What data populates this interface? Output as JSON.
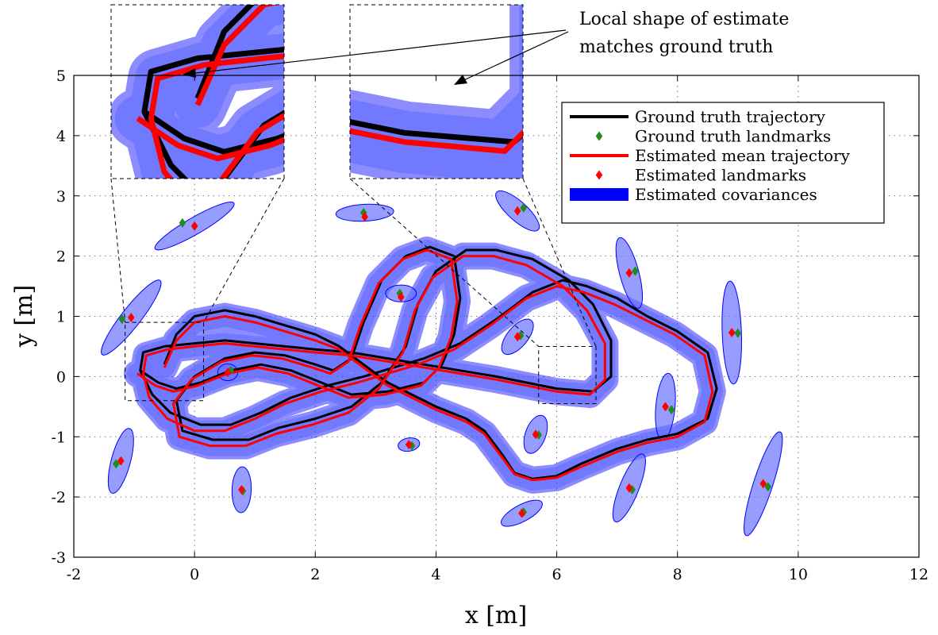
{
  "chart_data": {
    "type": "scatter",
    "title": "",
    "xlabel": "x [m]",
    "ylabel": "y [m]",
    "xlim": [
      -2,
      12
    ],
    "ylim": [
      -3,
      5
    ],
    "xticks": [
      -2,
      0,
      2,
      4,
      6,
      8,
      10,
      12
    ],
    "yticks": [
      -3,
      -2,
      -1,
      0,
      1,
      2,
      3,
      4,
      5
    ],
    "grid": true,
    "legend_position": "top-right",
    "legend": [
      {
        "label": "Ground truth trajectory",
        "kind": "line",
        "color": "#000000"
      },
      {
        "label": "Ground truth landmarks",
        "kind": "marker",
        "color": "#1e8c1e"
      },
      {
        "label": "Estimated mean trajectory",
        "kind": "line",
        "color": "#ff0000"
      },
      {
        "label": "Estimated landmarks",
        "kind": "marker",
        "color": "#ff0000"
      },
      {
        "label": "Estimated covariances",
        "kind": "patch",
        "color": "#0000ff"
      }
    ],
    "annotation": {
      "lines": [
        "Local shape of estimate",
        "matches ground truth"
      ]
    },
    "series": [
      {
        "name": "Ground truth trajectory",
        "color": "#000000",
        "points": [
          [
            -0.5,
            0.2
          ],
          [
            -0.3,
            0.7
          ],
          [
            0.0,
            1.0
          ],
          [
            0.5,
            1.1
          ],
          [
            1.0,
            1.0
          ],
          [
            1.5,
            0.85
          ],
          [
            2.0,
            0.7
          ],
          [
            2.4,
            0.5
          ],
          [
            2.8,
            0.2
          ],
          [
            3.2,
            -0.1
          ],
          [
            3.6,
            -0.3
          ],
          [
            4.0,
            -0.5
          ],
          [
            4.5,
            -0.7
          ],
          [
            4.8,
            -0.9
          ],
          [
            5.1,
            -1.3
          ],
          [
            5.3,
            -1.6
          ],
          [
            5.6,
            -1.7
          ],
          [
            6.0,
            -1.65
          ],
          [
            6.4,
            -1.45
          ],
          [
            7.0,
            -1.2
          ],
          [
            7.5,
            -1.05
          ],
          [
            8.0,
            -0.95
          ],
          [
            8.5,
            -0.7
          ],
          [
            8.65,
            -0.2
          ],
          [
            8.5,
            0.4
          ],
          [
            8.0,
            0.75
          ],
          [
            7.5,
            1.0
          ],
          [
            7.0,
            1.3
          ],
          [
            6.5,
            1.5
          ],
          [
            6.1,
            1.6
          ],
          [
            5.6,
            1.4
          ],
          [
            5.0,
            0.95
          ],
          [
            4.4,
            0.55
          ],
          [
            3.8,
            0.3
          ],
          [
            3.3,
            0.15
          ],
          [
            2.8,
            0.0
          ],
          [
            2.2,
            -0.15
          ],
          [
            1.6,
            -0.35
          ],
          [
            1.1,
            -0.6
          ],
          [
            0.6,
            -0.8
          ],
          [
            0.1,
            -0.8
          ],
          [
            -0.4,
            -0.6
          ],
          [
            -0.7,
            -0.3
          ],
          [
            -0.9,
            0.1
          ],
          [
            -0.85,
            0.4
          ],
          [
            -0.5,
            0.5
          ],
          [
            0.0,
            0.55
          ],
          [
            0.5,
            0.6
          ],
          [
            1.0,
            0.55
          ],
          [
            1.5,
            0.5
          ],
          [
            2.0,
            0.45
          ],
          [
            2.6,
            0.4
          ],
          [
            3.2,
            0.3
          ],
          [
            3.8,
            0.2
          ],
          [
            4.4,
            0.1
          ],
          [
            5.0,
            0.0
          ],
          [
            5.5,
            -0.1
          ],
          [
            6.0,
            -0.2
          ],
          [
            6.6,
            -0.25
          ],
          [
            6.9,
            0.0
          ],
          [
            6.9,
            0.6
          ],
          [
            6.6,
            1.2
          ],
          [
            6.2,
            1.6
          ],
          [
            5.6,
            1.95
          ],
          [
            5.0,
            2.1
          ],
          [
            4.5,
            2.1
          ],
          [
            4.0,
            1.75
          ],
          [
            3.7,
            1.2
          ],
          [
            3.5,
            0.5
          ],
          [
            3.1,
            -0.1
          ],
          [
            2.6,
            -0.5
          ],
          [
            2.0,
            -0.7
          ],
          [
            1.4,
            -0.85
          ],
          [
            0.9,
            -1.05
          ],
          [
            0.3,
            -1.05
          ],
          [
            -0.2,
            -0.9
          ],
          [
            -0.3,
            -0.4
          ],
          [
            0.0,
            0.0
          ],
          [
            0.5,
            0.3
          ],
          [
            1.0,
            0.4
          ],
          [
            1.5,
            0.35
          ],
          [
            2.0,
            0.2
          ],
          [
            2.3,
            0.1
          ],
          [
            2.6,
            0.3
          ],
          [
            2.8,
            0.9
          ],
          [
            3.1,
            1.6
          ],
          [
            3.5,
            2.0
          ],
          [
            3.9,
            2.15
          ],
          [
            4.3,
            2.0
          ],
          [
            4.4,
            1.3
          ],
          [
            4.3,
            0.7
          ],
          [
            4.1,
            0.2
          ],
          [
            3.8,
            -0.1
          ],
          [
            3.2,
            -0.25
          ],
          [
            2.6,
            -0.3
          ],
          [
            2.1,
            -0.1
          ],
          [
            1.6,
            0.1
          ],
          [
            1.1,
            0.2
          ],
          [
            0.6,
            0.1
          ],
          [
            0.1,
            -0.1
          ],
          [
            -0.3,
            -0.2
          ],
          [
            -0.6,
            -0.1
          ],
          [
            -0.9,
            0.1
          ]
        ]
      },
      {
        "name": "Estimated mean trajectory",
        "color": "#ff0000",
        "points": [
          [
            -0.5,
            0.15
          ],
          [
            -0.3,
            0.6
          ],
          [
            0.0,
            0.9
          ],
          [
            0.5,
            1.0
          ],
          [
            1.0,
            0.9
          ],
          [
            1.5,
            0.75
          ],
          [
            2.0,
            0.6
          ],
          [
            2.4,
            0.45
          ],
          [
            2.8,
            0.15
          ],
          [
            3.2,
            -0.15
          ],
          [
            3.6,
            -0.35
          ],
          [
            4.0,
            -0.55
          ],
          [
            4.5,
            -0.75
          ],
          [
            4.8,
            -0.95
          ],
          [
            5.1,
            -1.35
          ],
          [
            5.3,
            -1.62
          ],
          [
            5.6,
            -1.72
          ],
          [
            6.0,
            -1.68
          ],
          [
            6.4,
            -1.5
          ],
          [
            7.0,
            -1.25
          ],
          [
            7.5,
            -1.1
          ],
          [
            8.0,
            -1.0
          ],
          [
            8.45,
            -0.75
          ],
          [
            8.58,
            -0.25
          ],
          [
            8.45,
            0.35
          ],
          [
            7.95,
            0.7
          ],
          [
            7.45,
            0.95
          ],
          [
            6.95,
            1.2
          ],
          [
            6.45,
            1.4
          ],
          [
            6.0,
            1.5
          ],
          [
            5.5,
            1.3
          ],
          [
            4.9,
            0.85
          ],
          [
            4.3,
            0.45
          ],
          [
            3.7,
            0.2
          ],
          [
            3.2,
            0.05
          ],
          [
            2.7,
            -0.1
          ],
          [
            2.1,
            -0.25
          ],
          [
            1.5,
            -0.45
          ],
          [
            1.0,
            -0.7
          ],
          [
            0.5,
            -0.9
          ],
          [
            0.0,
            -0.9
          ],
          [
            -0.45,
            -0.7
          ],
          [
            -0.75,
            -0.35
          ],
          [
            -0.85,
            0.05
          ],
          [
            -0.8,
            0.35
          ],
          [
            -0.45,
            0.45
          ],
          [
            0.0,
            0.5
          ],
          [
            0.5,
            0.55
          ],
          [
            1.0,
            0.5
          ],
          [
            1.5,
            0.45
          ],
          [
            2.0,
            0.4
          ],
          [
            2.6,
            0.35
          ],
          [
            3.2,
            0.25
          ],
          [
            3.8,
            0.15
          ],
          [
            4.4,
            0.05
          ],
          [
            5.0,
            -0.05
          ],
          [
            5.5,
            -0.15
          ],
          [
            6.0,
            -0.25
          ],
          [
            6.55,
            -0.3
          ],
          [
            6.8,
            -0.05
          ],
          [
            6.8,
            0.55
          ],
          [
            6.5,
            1.1
          ],
          [
            6.1,
            1.5
          ],
          [
            5.5,
            1.85
          ],
          [
            4.95,
            2.0
          ],
          [
            4.45,
            2.0
          ],
          [
            3.95,
            1.65
          ],
          [
            3.65,
            1.1
          ],
          [
            3.45,
            0.4
          ],
          [
            3.05,
            -0.2
          ],
          [
            2.55,
            -0.6
          ],
          [
            1.95,
            -0.8
          ],
          [
            1.35,
            -0.95
          ],
          [
            0.85,
            -1.15
          ],
          [
            0.25,
            -1.15
          ],
          [
            -0.25,
            -1.0
          ],
          [
            -0.35,
            -0.45
          ],
          [
            -0.05,
            -0.05
          ],
          [
            0.45,
            0.25
          ],
          [
            0.95,
            0.35
          ],
          [
            1.45,
            0.3
          ],
          [
            1.95,
            0.15
          ],
          [
            2.25,
            0.05
          ],
          [
            2.55,
            0.25
          ],
          [
            2.75,
            0.85
          ],
          [
            3.05,
            1.55
          ],
          [
            3.45,
            1.95
          ],
          [
            3.85,
            2.1
          ],
          [
            4.25,
            1.95
          ],
          [
            4.35,
            1.25
          ],
          [
            4.25,
            0.65
          ],
          [
            4.05,
            0.15
          ],
          [
            3.75,
            -0.15
          ],
          [
            3.15,
            -0.3
          ],
          [
            2.55,
            -0.35
          ],
          [
            2.05,
            -0.15
          ],
          [
            1.55,
            0.05
          ],
          [
            1.05,
            0.15
          ],
          [
            0.55,
            0.05
          ],
          [
            0.05,
            -0.15
          ],
          [
            -0.35,
            -0.25
          ],
          [
            -0.65,
            -0.15
          ],
          [
            -0.95,
            0.05
          ]
        ]
      }
    ],
    "landmarks_ground_truth": [
      [
        -0.2,
        2.55
      ],
      [
        -1.2,
        0.95
      ],
      [
        0.6,
        0.1
      ],
      [
        -1.3,
        -1.45
      ],
      [
        0.8,
        -1.9
      ],
      [
        2.8,
        2.72
      ],
      [
        3.4,
        1.38
      ],
      [
        3.6,
        -1.15
      ],
      [
        5.4,
        0.68
      ],
      [
        5.45,
        2.8
      ],
      [
        5.7,
        -0.97
      ],
      [
        5.45,
        -2.25
      ],
      [
        7.3,
        1.75
      ],
      [
        7.25,
        -1.88
      ],
      [
        7.9,
        -0.55
      ],
      [
        9.0,
        0.72
      ],
      [
        9.5,
        -1.83
      ]
    ],
    "landmarks_estimated": [
      [
        0.0,
        2.5
      ],
      [
        -1.05,
        0.98
      ],
      [
        0.55,
        0.07
      ],
      [
        -1.22,
        -1.4
      ],
      [
        0.78,
        -1.88
      ],
      [
        2.82,
        2.65
      ],
      [
        3.42,
        1.32
      ],
      [
        3.55,
        -1.13
      ],
      [
        5.35,
        0.66
      ],
      [
        5.35,
        2.75
      ],
      [
        5.65,
        -0.96
      ],
      [
        5.42,
        -2.27
      ],
      [
        7.2,
        1.72
      ],
      [
        7.2,
        -1.85
      ],
      [
        7.8,
        -0.5
      ],
      [
        8.9,
        0.73
      ],
      [
        9.42,
        -1.78
      ]
    ],
    "landmark_covariances": [
      {
        "center": [
          0.0,
          2.5
        ],
        "rx": 1.3,
        "ry": 0.1,
        "angle_deg": 30
      },
      {
        "center": [
          -1.05,
          0.98
        ],
        "rx": 1.35,
        "ry": 0.12,
        "angle_deg": 52
      },
      {
        "center": [
          0.55,
          0.07
        ],
        "rx": 0.12,
        "ry": 0.1,
        "angle_deg": 0
      },
      {
        "center": [
          -1.22,
          -1.4
        ],
        "rx": 0.9,
        "ry": 0.12,
        "angle_deg": 75
      },
      {
        "center": [
          0.78,
          -1.88
        ],
        "rx": 0.55,
        "ry": 0.12,
        "angle_deg": 88
      },
      {
        "center": [
          2.82,
          2.72
        ],
        "rx": 0.75,
        "ry": 0.1,
        "angle_deg": 3
      },
      {
        "center": [
          3.42,
          1.38
        ],
        "rx": 0.3,
        "ry": 0.1,
        "angle_deg": 0
      },
      {
        "center": [
          3.55,
          -1.13
        ],
        "rx": 0.15,
        "ry": 0.07,
        "angle_deg": 10
      },
      {
        "center": [
          5.35,
          0.66
        ],
        "rx": 0.5,
        "ry": 0.13,
        "angle_deg": 50
      },
      {
        "center": [
          5.35,
          2.75
        ],
        "rx": 0.72,
        "ry": 0.12,
        "angle_deg": -42
      },
      {
        "center": [
          5.65,
          -0.96
        ],
        "rx": 0.45,
        "ry": 0.13,
        "angle_deg": 70
      },
      {
        "center": [
          5.42,
          -2.27
        ],
        "rx": 0.55,
        "ry": 0.1,
        "angle_deg": 28
      },
      {
        "center": [
          7.2,
          1.72
        ],
        "rx": 1.0,
        "ry": 0.12,
        "angle_deg": -75
      },
      {
        "center": [
          7.2,
          -1.85
        ],
        "rx": 1.0,
        "ry": 0.12,
        "angle_deg": 68
      },
      {
        "center": [
          7.8,
          -0.5
        ],
        "rx": 0.9,
        "ry": 0.12,
        "angle_deg": 85
      },
      {
        "center": [
          8.9,
          0.73
        ],
        "rx": 1.5,
        "ry": 0.12,
        "angle_deg": -88
      },
      {
        "center": [
          9.42,
          -1.78
        ],
        "rx": 1.6,
        "ry": 0.12,
        "angle_deg": 72
      }
    ],
    "zoom_inset_1": {
      "region_x": [
        -1.15,
        0.15
      ],
      "region_y": [
        -0.4,
        0.9
      ]
    },
    "zoom_inset_2": {
      "region_x": [
        5.7,
        6.65
      ],
      "region_y": [
        -0.45,
        0.5
      ]
    }
  }
}
